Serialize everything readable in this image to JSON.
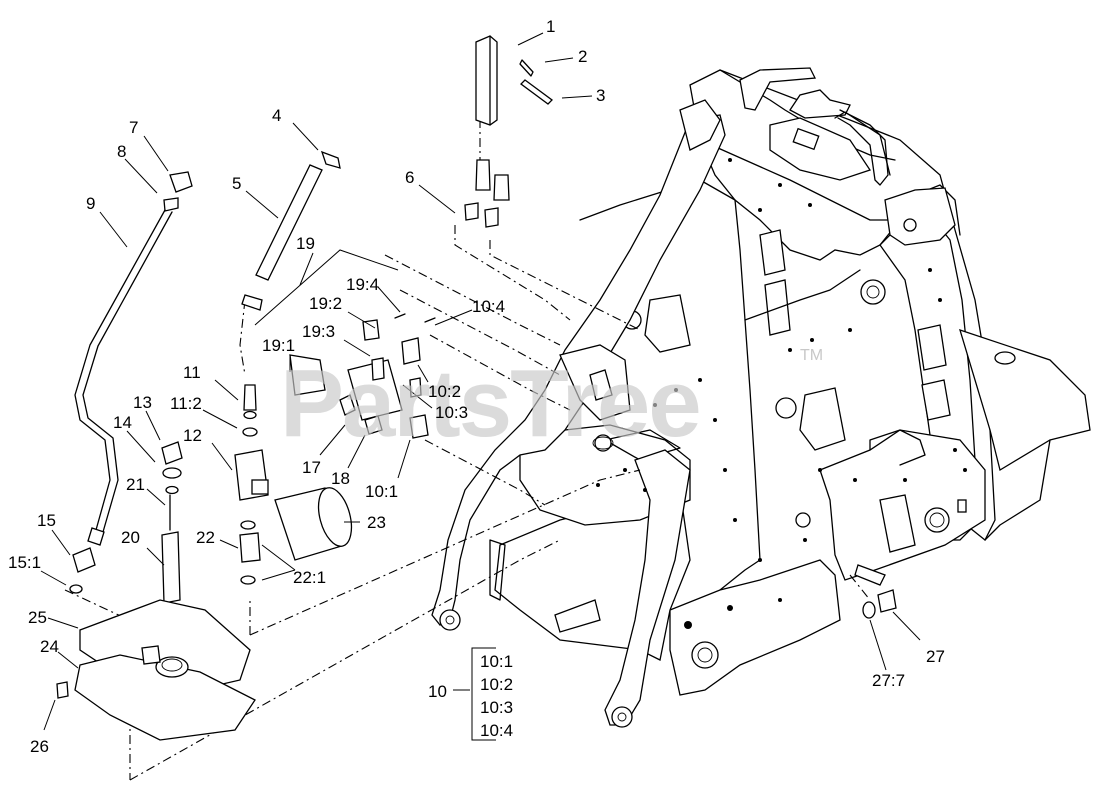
{
  "watermark": {
    "text": "PartsTree",
    "trademark": "TM"
  },
  "callouts": [
    {
      "label": "1"
    },
    {
      "label": "2"
    },
    {
      "label": "3"
    },
    {
      "label": "4"
    },
    {
      "label": "5"
    },
    {
      "label": "6"
    },
    {
      "label": "7"
    },
    {
      "label": "8"
    },
    {
      "label": "9"
    },
    {
      "label": "11"
    },
    {
      "label": "11:2"
    },
    {
      "label": "12"
    },
    {
      "label": "13"
    },
    {
      "label": "14"
    },
    {
      "label": "15"
    },
    {
      "label": "15:1"
    },
    {
      "label": "17"
    },
    {
      "label": "18"
    },
    {
      "label": "19"
    },
    {
      "label": "19:1"
    },
    {
      "label": "19:2"
    },
    {
      "label": "19:3"
    },
    {
      "label": "19:4"
    },
    {
      "label": "10:4"
    },
    {
      "label": "10:2"
    },
    {
      "label": "10:3"
    },
    {
      "label": "10:1"
    },
    {
      "label": "20"
    },
    {
      "label": "21"
    },
    {
      "label": "22"
    },
    {
      "label": "22:1"
    },
    {
      "label": "23"
    },
    {
      "label": "24"
    },
    {
      "label": "25"
    },
    {
      "label": "26"
    },
    {
      "label": "27"
    },
    {
      "label": "27:7"
    }
  ],
  "group": {
    "label": "10",
    "items": [
      "10:1",
      "10:2",
      "10:3",
      "10:4"
    ]
  }
}
